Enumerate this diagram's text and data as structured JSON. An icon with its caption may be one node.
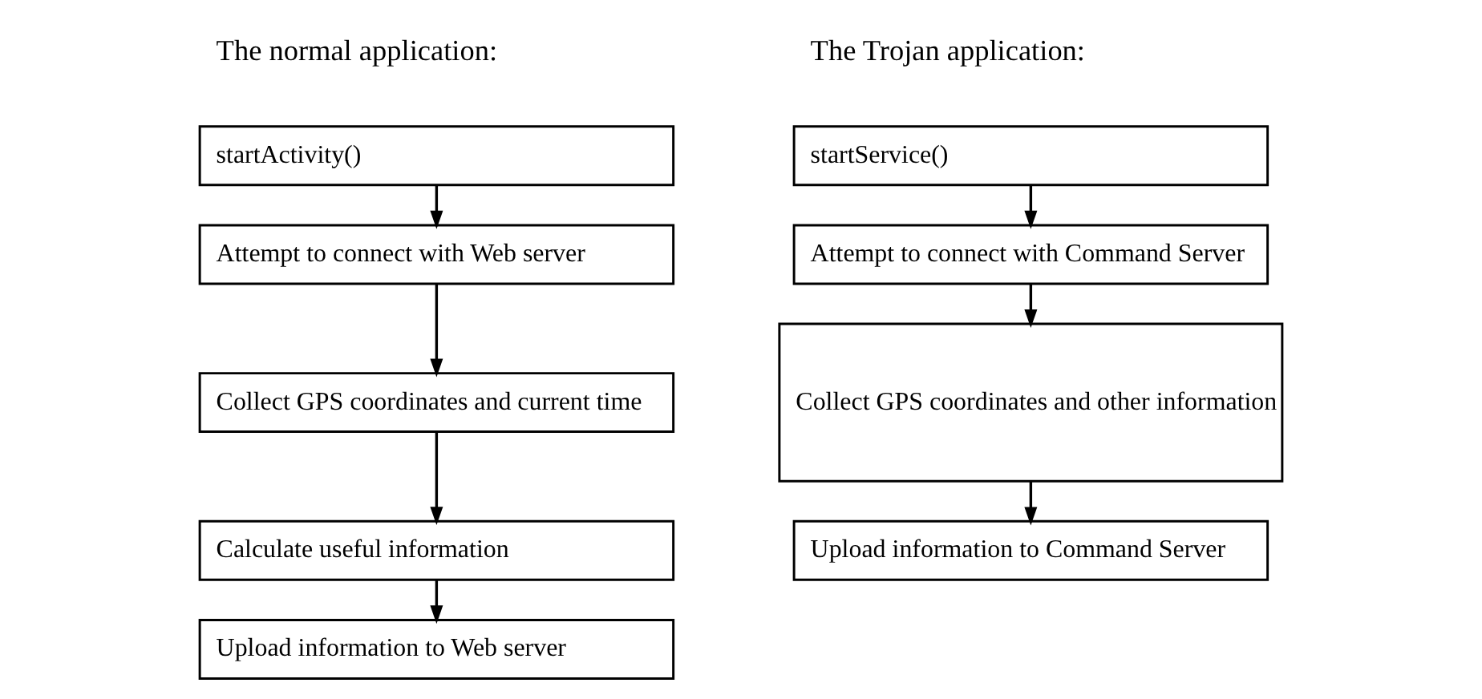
{
  "diagram": {
    "nodes": [
      {
        "text": [
          "startActivity()"
        ]
      },
      {
        "text": [
          "Attempt to connect with Web server"
        ]
      },
      {
        "text": [
          "Collect GPS coordinates and current time"
        ]
      },
      {
        "text": [
          "Calculate useful information"
        ]
      },
      {
        "text": [
          "Upload information to Web server"
        ]
      },
      {
        "text": [
          "startService()"
        ]
      },
      {
        "text": [
          "Attempt to connect with Command Server"
        ]
      },
      {
        "text": [
          "Collect GPS coordinates and other information"
        ]
      },
      {
        "text": [
          "Upload information to Command Server"
        ]
      }
    ],
    "edges": [
      {
        "from": 0,
        "to": 1,
        "arrow": "to"
      },
      {
        "from": 1,
        "to": 2,
        "arrow": "to"
      },
      {
        "from": 2,
        "to": 3,
        "arrow": "to"
      },
      {
        "from": 3,
        "to": 4,
        "arrow": "to"
      },
      {
        "from": 5,
        "to": 6,
        "arrow": "to"
      },
      {
        "from": 6,
        "to": 7,
        "arrow": "to"
      },
      {
        "from": 7,
        "to": 8,
        "arrow": "to"
      }
    ],
    "labels": [
      "The normal application:",
      "The Trojan application:"
    ]
  }
}
